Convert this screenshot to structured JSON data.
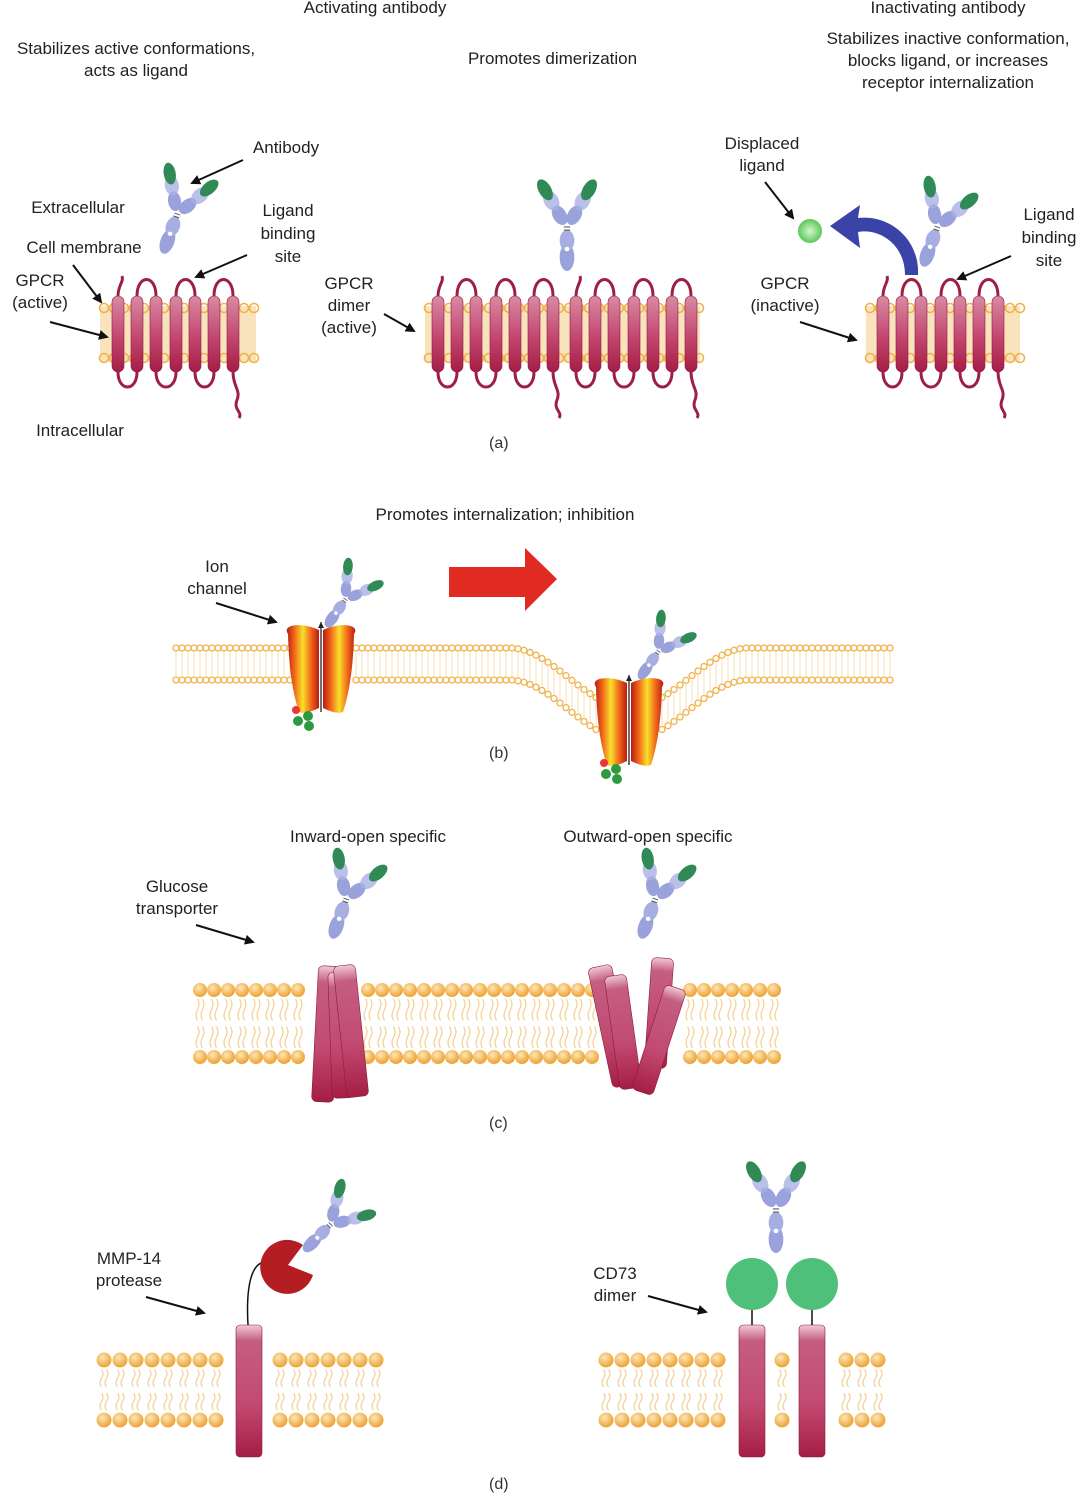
{
  "colors": {
    "lipid_head": "#f1b24a",
    "lipid_tail": "#f3cf8e",
    "membrane_fill": "#f8e3bd",
    "receptor": "#b42a55",
    "receptor_light": "#d9849f",
    "antibody_heavy": "#9aa2dc",
    "antibody_variable": "#2f8a55",
    "ligand": "#6fd06a",
    "curved_arrow": "#3a44a8",
    "big_arrow": "#e02a22",
    "protease": "#b41e22",
    "cd73": "#4ec079",
    "channel_outer": "#d6301a",
    "channel_inner": "#f7d320"
  },
  "panel_a": {
    "tag": "(a)",
    "header_activating": "Activating antibody",
    "header_inactivating": "Inactivating antibody",
    "left": {
      "caption": "Stabilizes active conformations,\nacts as ligand",
      "labels": {
        "antibody": "Antibody",
        "extracellular": "Extracellular",
        "cell_membrane": "Cell membrane",
        "ligand_binding_site": "Ligand\nbinding\nsite",
        "gpcr": "GPCR\n(active)",
        "intracellular": "Intracellular"
      }
    },
    "middle": {
      "caption": "Promotes dimerization",
      "labels": {
        "gpcr_dimer": "GPCR\ndimer\n(active)"
      }
    },
    "right": {
      "caption": "Stabilizes inactive conformation,\nblocks ligand, or increases\nreceptor internalization",
      "labels": {
        "displaced_ligand": "Displaced\nligand",
        "ligand_binding_site": "Ligand\nbinding\nsite",
        "gpcr": "GPCR\n(inactive)"
      }
    }
  },
  "panel_b": {
    "tag": "(b)",
    "caption": "Promotes internalization; inhibition",
    "labels": {
      "ion_channel": "Ion\nchannel"
    }
  },
  "panel_c": {
    "tag": "(c)",
    "caption_left": "Inward-open specific",
    "caption_right": "Outward-open specific",
    "labels": {
      "glucose_transporter": "Glucose\ntransporter"
    }
  },
  "panel_d": {
    "tag": "(d)",
    "labels": {
      "mmp14": "MMP-14\nprotease",
      "cd73": "CD73\ndimer"
    }
  }
}
